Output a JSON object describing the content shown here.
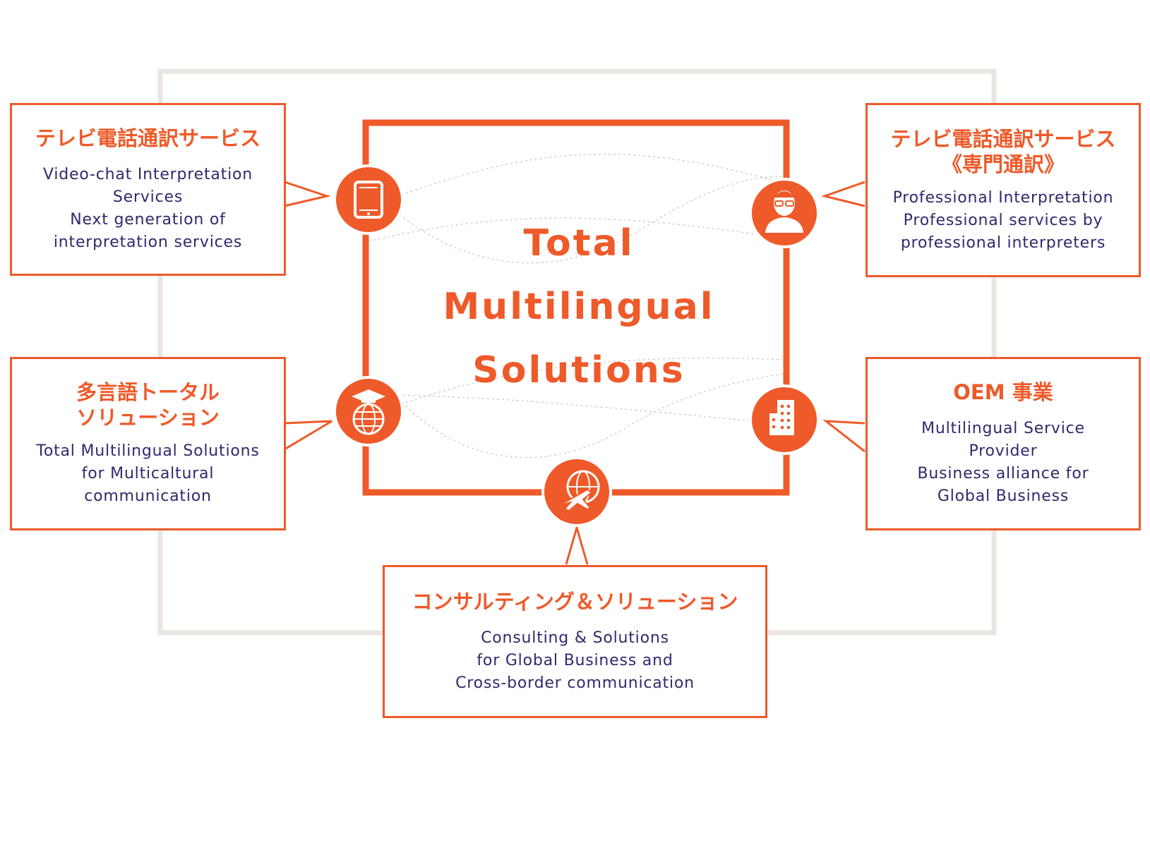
{
  "colors": {
    "accent": "#ee5a29",
    "text": "#2d2a6e",
    "frame": "#ebe6e1",
    "connector": "#d0d0d0"
  },
  "center": {
    "line1": "Total",
    "line2": "Multilingual",
    "line3": "Solutions"
  },
  "boxes": {
    "video_chat": {
      "title": "テレビ電話通訳サービス",
      "lines": [
        "Video-chat Interpretation",
        "Services",
        "Next generation of",
        "interpretation services"
      ]
    },
    "professional": {
      "title": "テレビ電話通訳サービス",
      "subtitle": "《専門通訳》",
      "lines": [
        "Professional Interpretation",
        "Professional services by",
        "professional interpreters"
      ]
    },
    "total_solutions": {
      "title_line1": "多言語トータル",
      "title_line2": "ソリューション",
      "lines": [
        "Total Multilingual Solutions",
        "for Multicaltural",
        "communication"
      ]
    },
    "oem": {
      "title": "OEM 事業",
      "lines": [
        "Multilingual Service",
        "Provider",
        "Business alliance for",
        "Global Business"
      ]
    },
    "consulting": {
      "title": "コンサルティング＆ソリューション",
      "lines": [
        "Consulting & Solutions",
        "for Global Business and",
        "Cross-border communication"
      ]
    }
  },
  "icons": [
    "tablet-icon",
    "interpreter-person-icon",
    "graduation-globe-icon",
    "office-building-icon",
    "airplane-globe-icon"
  ]
}
